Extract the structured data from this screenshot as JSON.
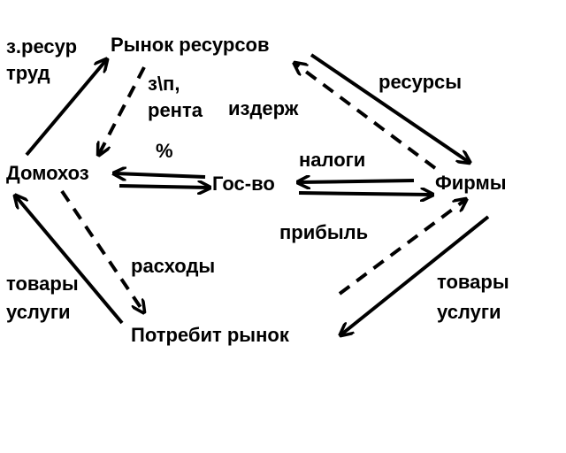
{
  "nodes": {
    "resource_market": "Рынок ресурсов",
    "household": "Домохоз",
    "government": "Гос-во",
    "firms": "Фирмы",
    "consumer_market": "Потребит рынок"
  },
  "labels": {
    "factor_resources": "з.ресур",
    "labor": "труд",
    "wages": "з\\п,",
    "rent": "рента",
    "costs": "издерж",
    "resources": "ресурсы",
    "percent": "%",
    "taxes": "налоги",
    "profit": "прибыль",
    "spending": "расходы",
    "goods_left": "товары",
    "services_left": "услуги",
    "goods_right": "товары",
    "services_right": "услуги"
  }
}
